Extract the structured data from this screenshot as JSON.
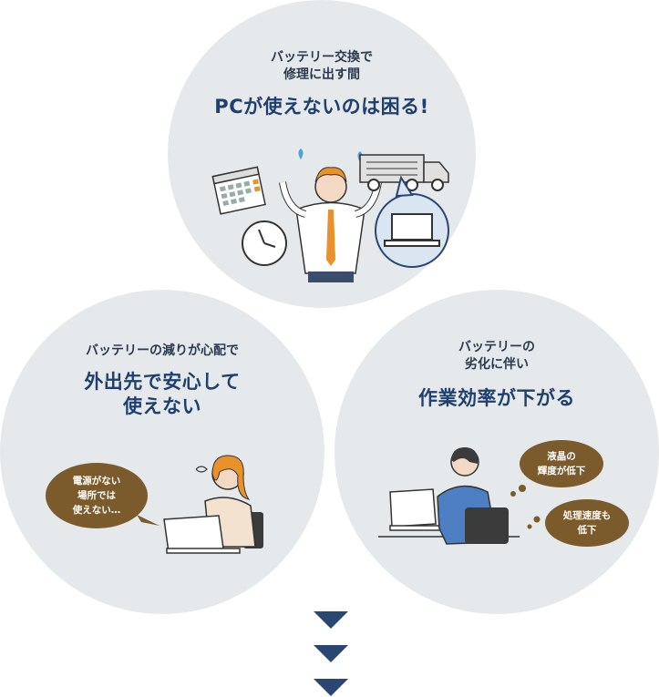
{
  "top": {
    "subtitle_line1": "バッテリー交換で",
    "subtitle_line2": "修理に出す間",
    "headline": "PCが使えないのは困る!"
  },
  "left": {
    "subtitle": "バッテリーの減りが心配で",
    "headline_line1": "外出先で安心して",
    "headline_line2": "使えない",
    "bubble_line1": "電源がない",
    "bubble_line2": "場所では",
    "bubble_line3": "使えない…"
  },
  "right": {
    "subtitle_line1": "バッテリーの",
    "subtitle_line2": "劣化に伴い",
    "headline": "作業効率が下がる",
    "bubble1_line1": "液晶の",
    "bubble1_line2": "輝度が低下",
    "bubble2_line1": "処理速度も",
    "bubble2_line2": "低下"
  },
  "icons": {
    "arrow": "triangle-down-icon",
    "calendar": "calendar-icon",
    "clock": "clock-icon",
    "truck": "truck-icon",
    "laptop": "laptop-icon"
  },
  "colors": {
    "circle_bg": "#e6e9ec",
    "headline": "#1f3f6e",
    "bubble": "#7b5a2b",
    "arrow": "#2a4672"
  }
}
